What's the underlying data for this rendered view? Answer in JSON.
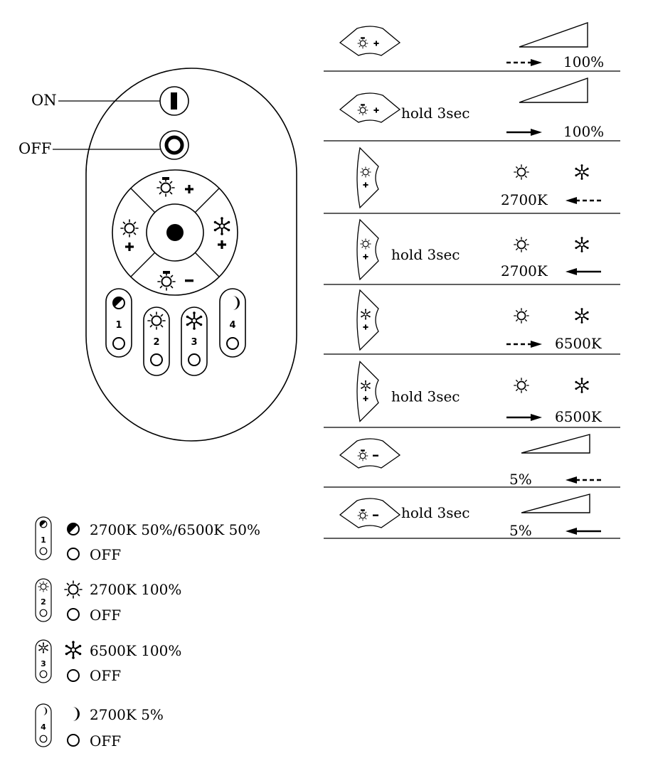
{
  "remote": {
    "label_on": "ON",
    "label_off": "OFF",
    "plus": "+",
    "minus": "−",
    "scene_numbers": [
      "1",
      "2",
      "3",
      "4"
    ]
  },
  "legend": [
    {
      "number": "1",
      "mode_text": "2700K 50%/6500K 50%",
      "off_text": "OFF",
      "icon": "half-circle-icon"
    },
    {
      "number": "2",
      "mode_text": "2700K 100%",
      "off_text": "OFF",
      "icon": "sun-icon"
    },
    {
      "number": "3",
      "mode_text": "6500K 100%",
      "off_text": "OFF",
      "icon": "snowflake-icon"
    },
    {
      "number": "4",
      "mode_text": "2700K 5%",
      "off_text": "OFF",
      "icon": "moon-icon"
    }
  ],
  "functions": [
    {
      "button": "brightness-up",
      "hold_text": "",
      "value_text": "100%",
      "indicator": "ramp",
      "arrow": "dashed-right"
    },
    {
      "button": "brightness-up",
      "hold_text": "hold 3sec",
      "value_text": "100%",
      "indicator": "ramp",
      "arrow": "solid-right"
    },
    {
      "button": "warm-up",
      "hold_text": "",
      "value_text": "2700K",
      "indicator": "sun-snow",
      "arrow": "dashed-left"
    },
    {
      "button": "warm-up",
      "hold_text": "hold 3sec",
      "value_text": "2700K",
      "indicator": "sun-snow",
      "arrow": "solid-left"
    },
    {
      "button": "cool-up",
      "hold_text": "",
      "value_text": "6500K",
      "indicator": "sun-snow",
      "arrow": "dashed-right"
    },
    {
      "button": "cool-up",
      "hold_text": "hold 3sec",
      "value_text": "6500K",
      "indicator": "sun-snow",
      "arrow": "solid-right"
    },
    {
      "button": "brightness-down",
      "hold_text": "",
      "value_text": "5%",
      "indicator": "ramp",
      "arrow": "dashed-left"
    },
    {
      "button": "brightness-down",
      "hold_text": "hold 3sec",
      "value_text": "5%",
      "indicator": "ramp",
      "arrow": "solid-left"
    }
  ]
}
